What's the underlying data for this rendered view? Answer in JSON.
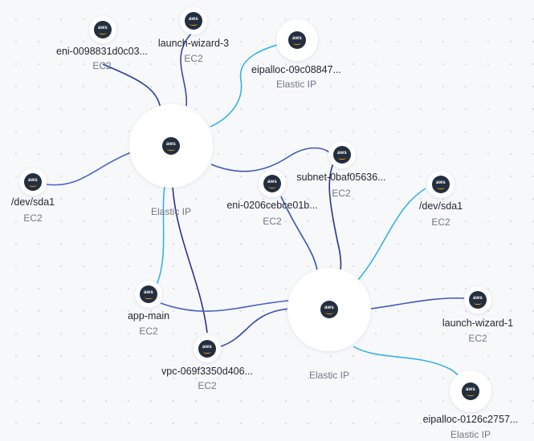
{
  "hubs": [
    {
      "logo": "aws",
      "type": "Elastic IP"
    },
    {
      "logo": "aws",
      "type": "Elastic IP"
    }
  ],
  "nodes": [
    {
      "logo": "aws",
      "name": "eni-0098831d0c03...",
      "type": "EC2"
    },
    {
      "logo": "aws",
      "name": "launch-wizard-3",
      "type": "EC2"
    },
    {
      "logo": "aws",
      "name": "eipalloc-09c08847...",
      "type": "Elastic IP"
    },
    {
      "logo": "aws",
      "name": "/dev/sda1",
      "type": "EC2"
    },
    {
      "logo": "aws",
      "name": "subnet-0baf05636...",
      "type": "EC2"
    },
    {
      "logo": "aws",
      "name": "eni-0206cebce01b...",
      "type": "EC2"
    },
    {
      "logo": "aws",
      "name": "/dev/sda1",
      "type": "EC2"
    },
    {
      "logo": "aws",
      "name": "app-main",
      "type": "EC2"
    },
    {
      "logo": "aws",
      "name": "launch-wizard-1",
      "type": "EC2"
    },
    {
      "logo": "aws",
      "name": "vpc-069f3350d406...",
      "type": "EC2"
    },
    {
      "logo": "aws",
      "name": "eipalloc-0126c2757...",
      "type": "Elastic IP"
    }
  ],
  "colors": {
    "edge_light": "#35b3e6",
    "edge_dark": "#2b2f86",
    "icon_bg": "#232f3e",
    "icon_accent": "#ff9900"
  }
}
